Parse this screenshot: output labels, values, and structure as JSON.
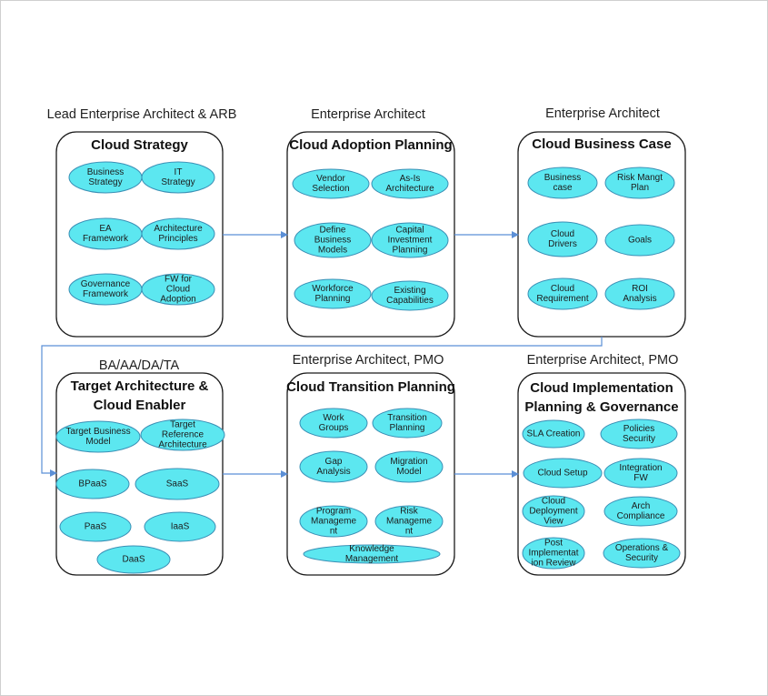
{
  "stages": [
    {
      "role": "Lead Enterprise Architect & ARB",
      "title": [
        "Cloud Strategy"
      ],
      "items": [
        [
          "Business",
          "Strategy"
        ],
        [
          "IT",
          "Strategy"
        ],
        [
          "EA",
          "Framework"
        ],
        [
          "Architecture",
          "Principles"
        ],
        [
          "Governance",
          "Framework"
        ],
        [
          "FW for",
          "Cloud",
          "Adoption"
        ]
      ]
    },
    {
      "role": "Enterprise Architect",
      "title": [
        "Cloud Adoption Planning"
      ],
      "items": [
        [
          "Vendor",
          "Selection"
        ],
        [
          "As-Is",
          "Architecture"
        ],
        [
          "Define",
          "Business",
          "Models"
        ],
        [
          "Capital",
          "Investment",
          "Planning"
        ],
        [
          "Workforce",
          "Planning"
        ],
        [
          "Existing",
          "Capabilities"
        ]
      ]
    },
    {
      "role": "Enterprise Architect",
      "title": [
        "Cloud Business Case"
      ],
      "items": [
        [
          "Business",
          "case"
        ],
        [
          "Risk Mangt",
          "Plan"
        ],
        [
          "Cloud",
          "Drivers"
        ],
        [
          "Goals"
        ],
        [
          "Cloud",
          "Requirement"
        ],
        [
          "ROI",
          "Analysis"
        ]
      ]
    },
    {
      "role": "BA/AA/DA/TA",
      "title": [
        "Target Architecture &",
        "Cloud Enabler"
      ],
      "items": [
        [
          "Target Business",
          "Model"
        ],
        [
          "Target",
          "Reference",
          "Architecture"
        ],
        [
          "BPaaS"
        ],
        [
          "SaaS"
        ],
        [
          "PaaS"
        ],
        [
          "IaaS"
        ],
        [
          "DaaS"
        ]
      ]
    },
    {
      "role": "Enterprise Architect, PMO",
      "title": [
        "Cloud Transition Planning"
      ],
      "items": [
        [
          "Work",
          "Groups"
        ],
        [
          "Transition",
          "Planning"
        ],
        [
          "Gap",
          "Analysis"
        ],
        [
          "Migration",
          "Model"
        ],
        [
          "Program",
          "Manageme",
          "nt"
        ],
        [
          "Risk",
          "Manageme",
          "nt"
        ],
        [
          "Knowledge",
          "Management"
        ]
      ]
    },
    {
      "role": "Enterprise Architect, PMO",
      "title": [
        "Cloud Implementation",
        "Planning & Governance"
      ],
      "items": [
        [
          "SLA Creation"
        ],
        [
          "Policies",
          "Security"
        ],
        [
          "Cloud Setup"
        ],
        [
          "Integration",
          "FW"
        ],
        [
          "Cloud",
          "Deployment",
          "View"
        ],
        [
          "Arch",
          "Compliance"
        ],
        [
          "Post",
          "Implementat",
          "ion Review"
        ],
        [
          "Operations &",
          "Security"
        ]
      ]
    }
  ],
  "colors": {
    "oval_fill": "#5ce7f0",
    "oval_stroke": "#3a8fb5",
    "connector": "#5b8fd6",
    "box_stroke": "#1a1a1a"
  }
}
